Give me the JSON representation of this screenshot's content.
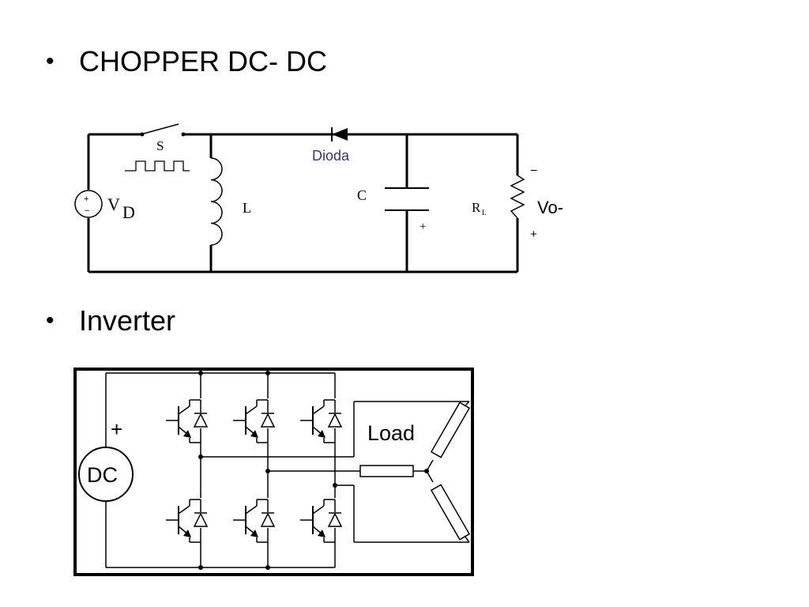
{
  "slide": {
    "bullet_glyph": "•",
    "items": [
      {
        "label": "CHOPPER DC- DC"
      },
      {
        "label": "Inverter"
      }
    ]
  },
  "chopper": {
    "switch_label": "S",
    "diode_label": "Dioda",
    "inductor_label": "L",
    "capacitor_label": "C",
    "source_v": "V",
    "source_sub": "D",
    "resistor_r": "R",
    "resistor_sub": "L",
    "output_label": "Vo-",
    "plus": "+",
    "minus": "−",
    "diode_color": "#333399"
  },
  "inverter": {
    "source_label": "DC",
    "plus": "+",
    "load_label": "Load"
  }
}
